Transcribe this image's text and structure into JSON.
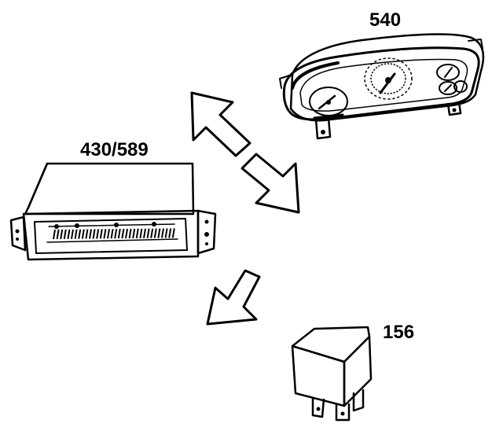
{
  "diagram": {
    "components": {
      "instrument_cluster": {
        "label": "540"
      },
      "control_module": {
        "label": "430/589"
      },
      "relay": {
        "label": "156"
      }
    }
  }
}
